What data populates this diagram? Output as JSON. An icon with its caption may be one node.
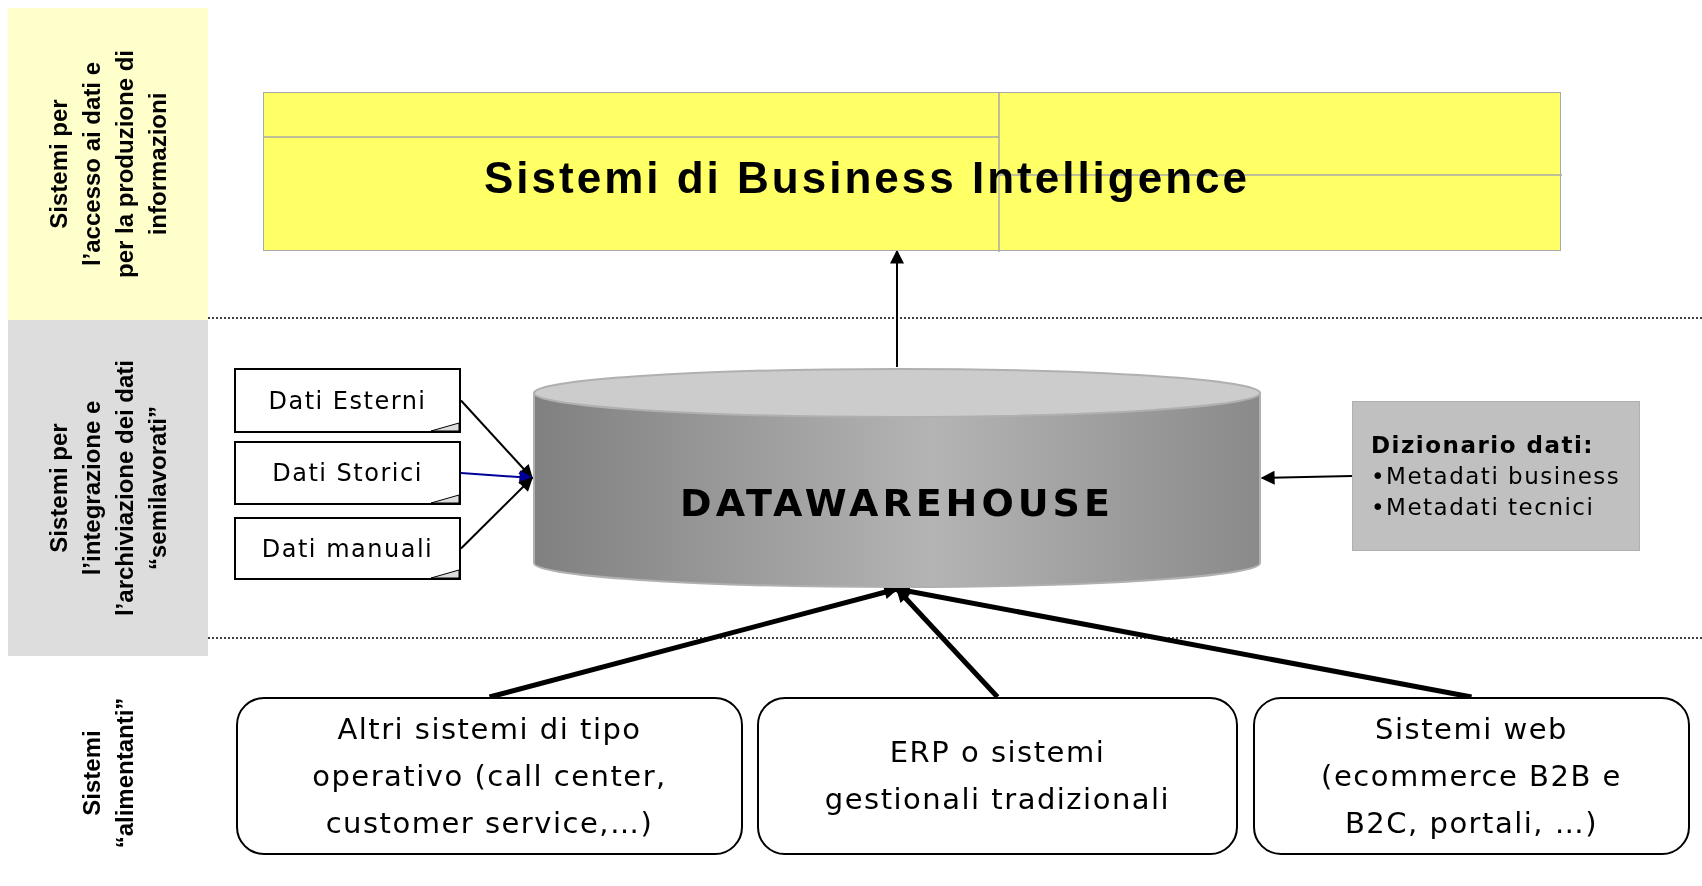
{
  "diagram": {
    "nodes": [
      {
        "text": [
          "Sistemi per l’accesso ai dati e per la produzione di informazioni"
        ]
      },
      {
        "text": [
          "Sistemi per l’integrazione e l’archiviazione dei dati “semilavorati”"
        ]
      },
      {
        "text": [
          "Sistemi di Business Intelligence"
        ]
      },
      {
        "text": [
          "Dati Esterni"
        ]
      },
      {
        "text": [
          "Dati Storici"
        ]
      },
      {
        "text": [
          "Dati manuali"
        ]
      },
      {
        "text": [
          "DATAWAREHOUSE"
        ]
      },
      {
        "text": [
          "Dizionario dati:",
          "•Metadati business",
          "•Metadati tecnici"
        ]
      },
      {
        "text": [
          "Altri sistemi di tipo operativo (call center, customer service,…)"
        ]
      },
      {
        "text": [
          "ERP o sistemi gestionali tradizionali"
        ]
      },
      {
        "text": [
          "Sistemi web (ecommerce B2B e B2C, portali, …)"
        ]
      }
    ],
    "edges": [
      {
        "from": 6,
        "to": 2,
        "arrow": "to"
      },
      {
        "from": 3,
        "to": 6,
        "arrow": "to"
      },
      {
        "from": 4,
        "to": 6,
        "arrow": "to",
        "color": "#000099"
      },
      {
        "from": 5,
        "to": 6,
        "arrow": "to"
      },
      {
        "from": 7,
        "to": 6,
        "arrow": "to"
      },
      {
        "from": 8,
        "to": 6,
        "arrow": "to",
        "style": "thick"
      },
      {
        "from": 9,
        "to": 6,
        "arrow": "to",
        "style": "thick"
      },
      {
        "from": 10,
        "to": 6,
        "arrow": "to",
        "style": "thick"
      }
    ],
    "labels": [
      "Sistemi “alimentanti”"
    ]
  }
}
